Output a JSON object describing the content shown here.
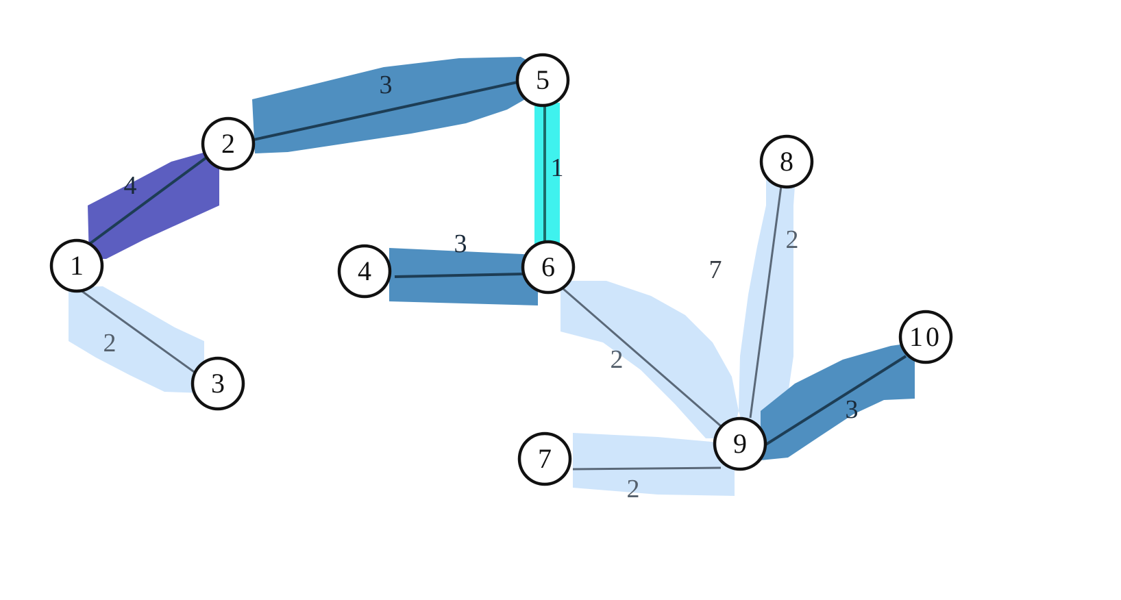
{
  "graph": {
    "colors": {
      "dark": "#4f8fc0",
      "light": "#cfe5fb",
      "purple": "#5c5ec0",
      "cyan": "#3ff2ee",
      "edge_dark": "#1d3d55",
      "edge_light": "#5a6878",
      "node_stroke": "#111111"
    },
    "nodes": [
      {
        "id": "1",
        "label": "1"
      },
      {
        "id": "2",
        "label": "2"
      },
      {
        "id": "3",
        "label": "3"
      },
      {
        "id": "4",
        "label": "4"
      },
      {
        "id": "5",
        "label": "5"
      },
      {
        "id": "6",
        "label": "6"
      },
      {
        "id": "7",
        "label": "7"
      },
      {
        "id": "8",
        "label": "8"
      },
      {
        "id": "9",
        "label": "9"
      },
      {
        "id": "10",
        "label": "10"
      }
    ],
    "edges": [
      {
        "id": "1-2",
        "source": "1",
        "target": "2",
        "weight": "4",
        "highlight": "purple"
      },
      {
        "id": "2-5",
        "source": "2",
        "target": "5",
        "weight": "3",
        "highlight": "dark"
      },
      {
        "id": "5-6",
        "source": "5",
        "target": "6",
        "weight": "1",
        "highlight": "cyan"
      },
      {
        "id": "1-3",
        "source": "1",
        "target": "3",
        "weight": "2",
        "highlight": "light"
      },
      {
        "id": "4-6",
        "source": "4",
        "target": "6",
        "weight": "3",
        "highlight": "dark"
      },
      {
        "id": "6-9",
        "source": "6",
        "target": "9",
        "weight": "2",
        "highlight": "light"
      },
      {
        "id": "8-9",
        "source": "8",
        "target": "9",
        "weight": "2",
        "highlight": "light"
      },
      {
        "id": "9-10",
        "source": "9",
        "target": "10",
        "weight": "3",
        "highlight": "dark"
      },
      {
        "id": "7-9",
        "source": "7",
        "target": "9",
        "weight": "2",
        "highlight": "light"
      }
    ],
    "floating_labels": [
      {
        "id": "weight-7",
        "text": "7"
      }
    ]
  }
}
